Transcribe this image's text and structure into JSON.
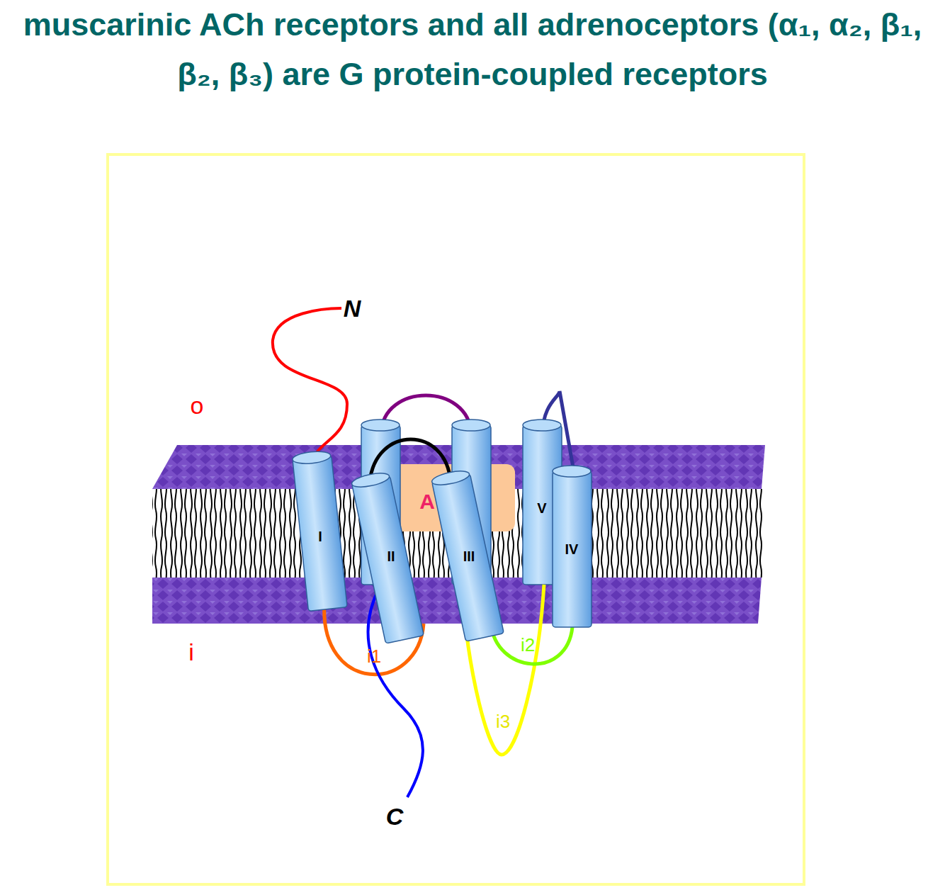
{
  "diagram": {
    "title": "muscarinic ACh receptors and all adrenoceptors (α₁, α₂, β₁, β₂, β₃) are G protein-coupled receptors",
    "labels": [
      "N",
      "o",
      "i",
      "A",
      "I",
      "II",
      "III",
      "V",
      "IV",
      "i1",
      "i2",
      "i3",
      "C"
    ]
  }
}
